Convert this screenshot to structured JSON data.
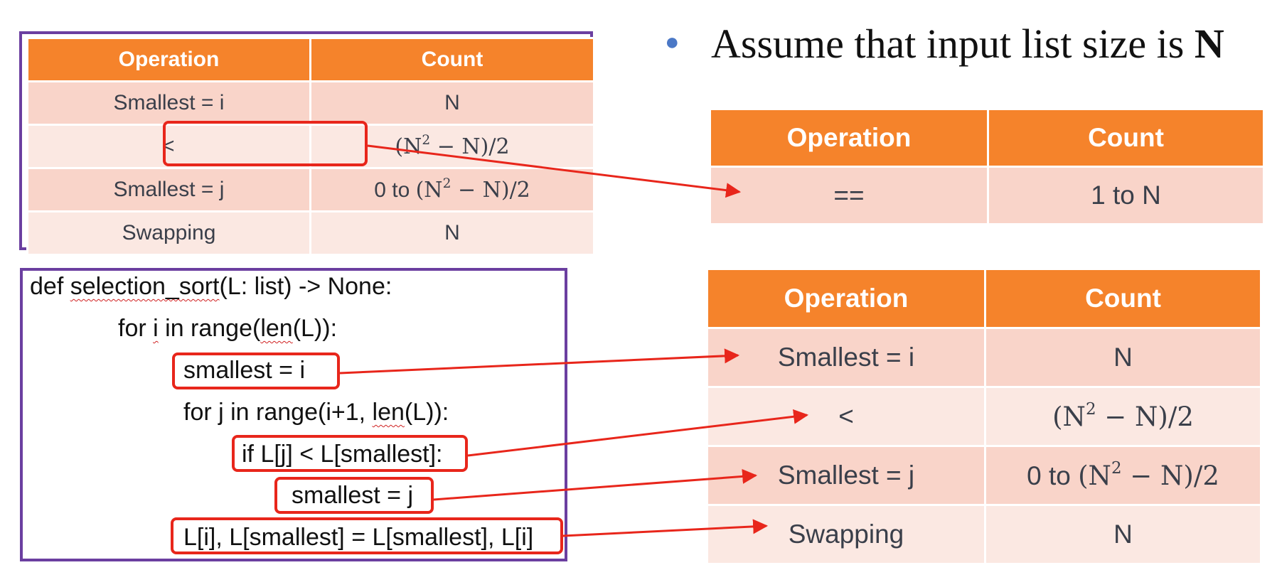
{
  "bullet_text": {
    "prefix": "Assume that input list size is ",
    "bold": "N"
  },
  "table_top_left": {
    "headers": [
      "Operation",
      "Count"
    ],
    "rows": [
      {
        "op": "Smallest = i",
        "count": "N"
      },
      {
        "op": "<",
        "count_math": {
          "open": "(N",
          "sup": "2",
          "close": " − N)/2"
        }
      },
      {
        "op": "Smallest = j",
        "count_prefix": "0 to ",
        "count_math": {
          "open": "(N",
          "sup": "2",
          "close": " − N)/2"
        }
      },
      {
        "op": "Swapping",
        "count": "N"
      }
    ]
  },
  "table_top_right": {
    "headers": [
      "Operation",
      "Count"
    ],
    "rows": [
      {
        "op": "==",
        "count": "1 to N"
      }
    ]
  },
  "table_bottom_right": {
    "headers": [
      "Operation",
      "Count"
    ],
    "rows": [
      {
        "op": "Smallest = i",
        "count": "N"
      },
      {
        "op": "<",
        "count_math": {
          "open": "(N",
          "sup": "2",
          "close": " − N)/2"
        }
      },
      {
        "op": "Smallest = j",
        "count_prefix": "0 to ",
        "count_math": {
          "open": "(N",
          "sup": "2",
          "close": " − N)/2"
        }
      },
      {
        "op": "Swapping",
        "count": "N"
      }
    ]
  },
  "code": {
    "line1_a": "def ",
    "line1_b": "selection_sort",
    "line1_c": "(L: list) -> None:",
    "line2_a": "for ",
    "line2_b": "i",
    "line2_c": " in range(",
    "line2_d": "len",
    "line2_e": "(L)):",
    "line3": "smallest = i",
    "line4_a": "for j in range(i+1, ",
    "line4_b": "len",
    "line4_c": "(L)):",
    "line5": "if L[j] < L[smallest]:",
    "line6": "smallest = j",
    "line7": "L[i], L[smallest] = L[smallest], L[i]"
  },
  "colors": {
    "header_orange": "#f5832b",
    "frame_purple": "#6b3fa0",
    "highlight_red": "#e8261b",
    "bullet_blue": "#4b78c6"
  }
}
